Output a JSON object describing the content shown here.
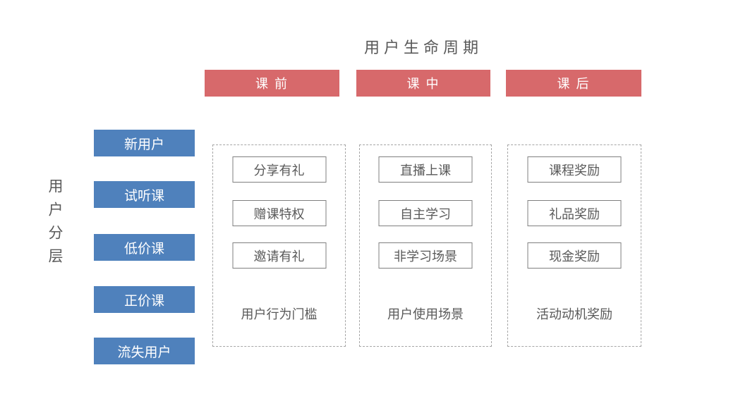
{
  "title": "用户生命周期",
  "side_label": "用户分层",
  "segments": [
    {
      "label": "新用户"
    },
    {
      "label": "试听课"
    },
    {
      "label": "低价课"
    },
    {
      "label": "正价课"
    },
    {
      "label": "流失用户"
    }
  ],
  "phases": [
    {
      "header": "课 前",
      "items": [
        "分享有礼",
        "赠课特权",
        "邀请有礼"
      ],
      "footer": "用户行为门槛"
    },
    {
      "header": "课 中",
      "items": [
        "直播上课",
        "自主学习",
        "非学习场景"
      ],
      "footer": "用户使用场景"
    },
    {
      "header": "课 后",
      "items": [
        "课程奖励",
        "礼品奖励",
        "现金奖励"
      ],
      "footer": "活动动机奖励"
    }
  ],
  "colors": {
    "phase_header_bg": "#D7696B",
    "segment_bg": "#4F81BC",
    "text": "#595959",
    "item_border": "#7F7F7F",
    "column_border_dashed": "#A6A6A6"
  }
}
